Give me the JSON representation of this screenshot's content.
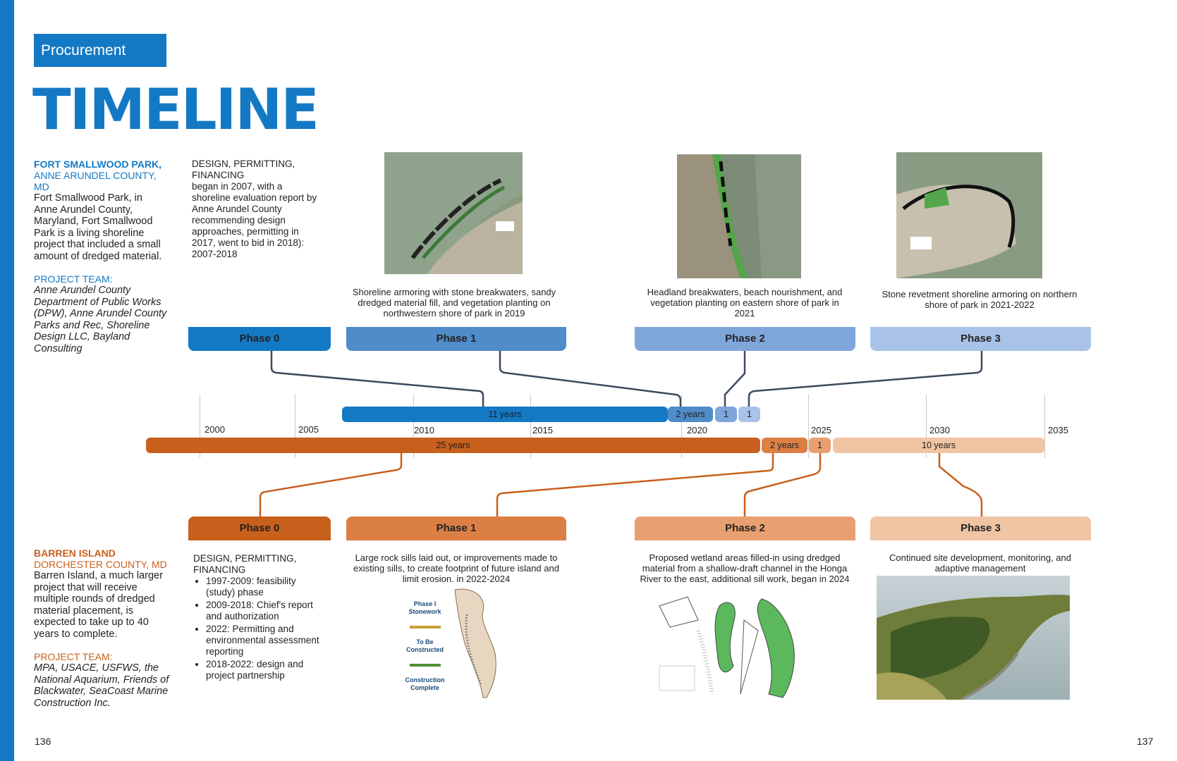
{
  "header": {
    "section_label": "Procurement",
    "title": "TIMELINE"
  },
  "fort": {
    "name": "FORT SMALLWOOD PARK,",
    "location": "ANNE ARUNDEL COUNTY, MD",
    "description": "Fort Smallwood Park, in Anne Arundel County, Maryland, Fort Smallwood Park is a living shoreline project that included a small amount of dredged material.",
    "team_label": "PROJECT TEAM:",
    "team": "Anne Arundel County Department of Public Works (DPW), Anne Arundel County Parks and Rec, Shoreline Design LLC, Bayland Consulting",
    "phase0_title": "DESIGN, PERMITTING, FINANCING",
    "phase0_text": "began in 2007, with a shoreline evaluation report by Anne Arundel County recommending design approaches, permitting in 2017, went to bid in 2018): 2007-2018",
    "captions": {
      "phase1": "Shoreline armoring with stone breakwaters, sandy dredged material fill, and vegetation planting on northwestern shore of park in 2019",
      "phase2": "Headland breakwaters, beach nourishment, and vegetation planting on eastern shore of park in 2021",
      "phase3": "Stone revetment shoreline armoring on northern shore of park in 2021-2022"
    },
    "phases": [
      "Phase 0",
      "Phase 1",
      "Phase 2",
      "Phase 3"
    ],
    "durations": [
      "11 years",
      "2 years",
      "1",
      "1"
    ]
  },
  "barren": {
    "name": "BARREN ISLAND",
    "location": "DORCHESTER COUNTY, MD",
    "description": "Barren Island, a much larger project that will receive multiple rounds of dredged material placement, is expected to take up to 40 years to complete.",
    "team_label": "PROJECT TEAM:",
    "team": "MPA, USACE, USFWS, the National Aquarium, Friends of Blackwater, SeaCoast Marine Construction Inc.",
    "phase0_title": "DESIGN, PERMITTING, FINANCING",
    "phase0_bullets": [
      "1997-2009: feasibility (study) phase",
      "2009-2018: Chief's report and authorization",
      "2022: Permitting and environmental assessment reporting",
      "2018-2022: design and project partnership"
    ],
    "captions": {
      "phase1": "Large rock sills laid out, or improvements made to existing sills, to create footprint of future island and limit erosion. in 2022-2024",
      "phase2": "Proposed wetland areas filled-in using dredged material from a shallow-draft channel in the Honga River to the east, additional sill work, began in 2024",
      "phase3": "Continued site development, monitoring, and adaptive management"
    },
    "phases": [
      "Phase 0",
      "Phase 1",
      "Phase 2",
      "Phase 3"
    ],
    "durations": [
      "25 years",
      "2 years",
      "1",
      "10 years"
    ],
    "map_legend": [
      "Phase I Stonework",
      "To Be Constructed",
      "Construction Complete"
    ]
  },
  "axis": {
    "years": [
      "2000",
      "2005",
      "2010",
      "2015",
      "2020",
      "2025",
      "2030",
      "2035"
    ]
  },
  "pages": {
    "left": "136",
    "right": "137"
  },
  "colors": {
    "blue": "#1479c4",
    "blue_mid": "#4f8cc9",
    "blue_light": "#7ea6da",
    "blue_pale": "#a9c2e8",
    "orange": "#c8601d",
    "orange_mid": "#dc7f45",
    "orange_light": "#e8a070",
    "orange_pale": "#f1c4a4"
  }
}
